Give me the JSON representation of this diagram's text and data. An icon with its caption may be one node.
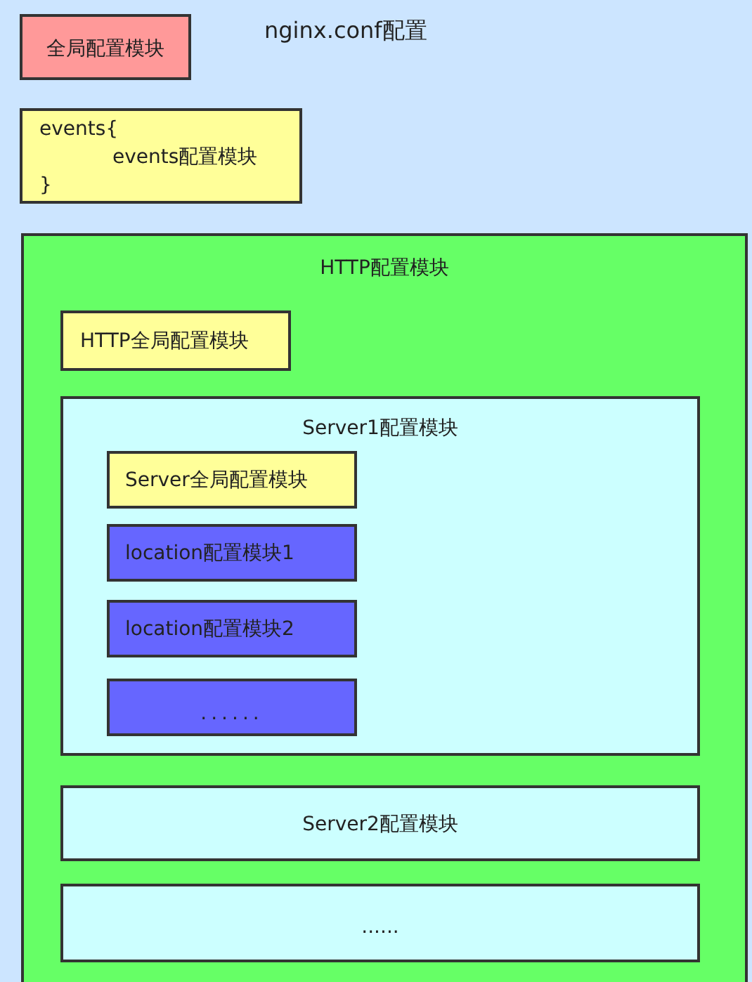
{
  "diagram": {
    "title": "nginx.conf配置",
    "nodes": [
      {
        "text": [
          "全局配置模块"
        ]
      },
      {
        "text": [
          "events{",
          "events配置模块",
          "}"
        ]
      },
      {
        "text": [
          "HTTP配置模块"
        ]
      },
      {
        "text": [
          "HTTP全局配置模块"
        ],
        "in": 2
      },
      {
        "text": [
          "Server1配置模块"
        ],
        "in": 2
      },
      {
        "text": [
          "Server全局配置模块"
        ],
        "in": 4
      },
      {
        "text": [
          "location配置模块1"
        ],
        "in": 4
      },
      {
        "text": [
          "location配置模块2"
        ],
        "in": 4
      },
      {
        "text": [
          "......"
        ],
        "in": 4
      },
      {
        "text": [
          "Server2配置模块"
        ],
        "in": 2
      },
      {
        "text": [
          "......"
        ],
        "in": 2
      }
    ]
  }
}
